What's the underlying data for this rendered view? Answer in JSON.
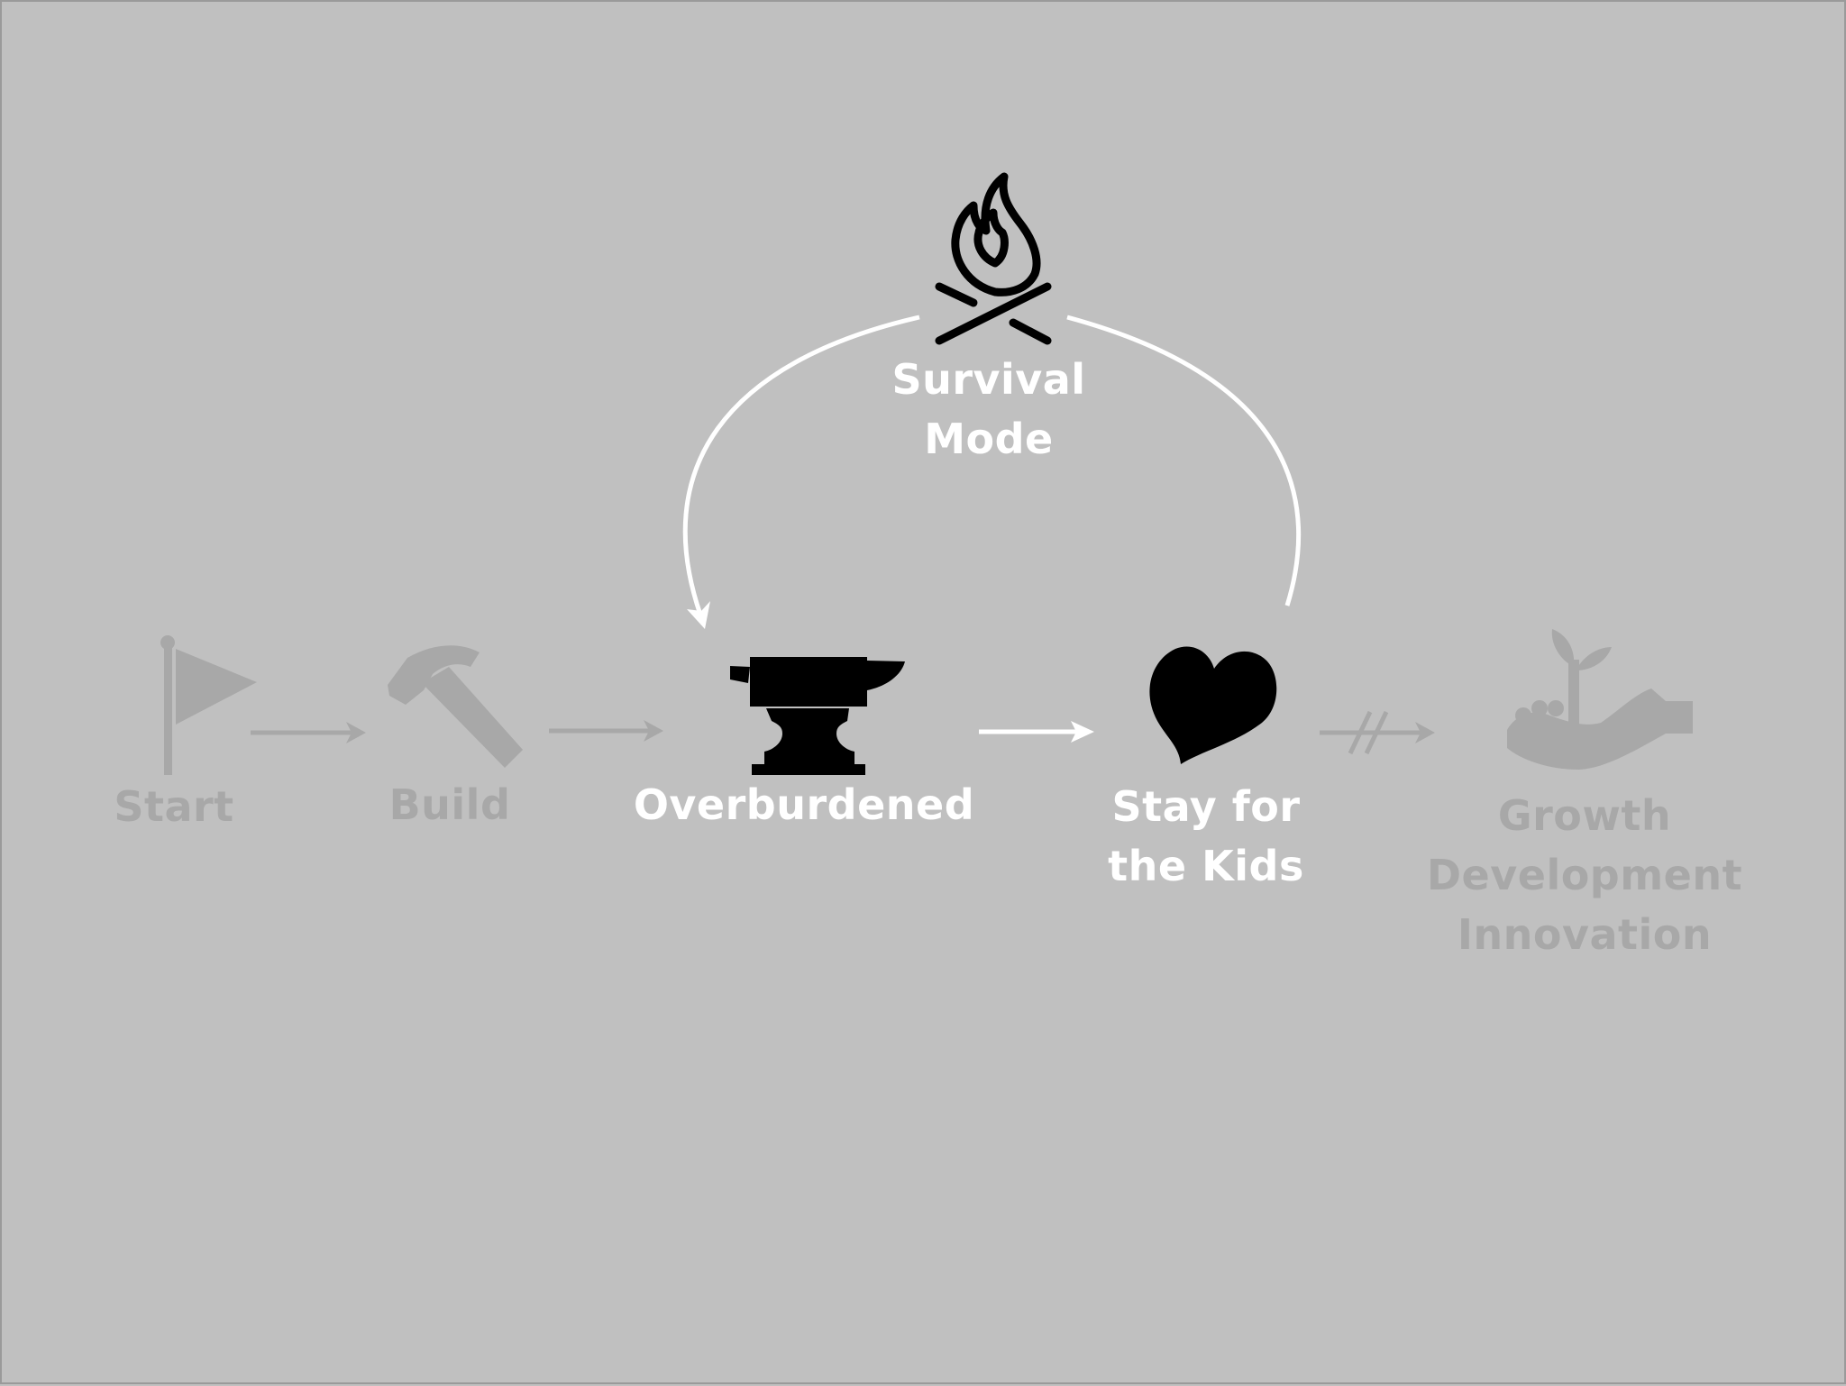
{
  "colors": {
    "background": "#c0c0c0",
    "faded": "#a8a8a8",
    "active_text": "#ffffff",
    "active_icon": "#000000"
  },
  "nodes": {
    "start": {
      "label": "Start",
      "icon": "flag-icon",
      "state": "faded"
    },
    "build": {
      "label": "Build",
      "icon": "hammer-icon",
      "state": "faded"
    },
    "overburdened": {
      "label": "Overburdened",
      "icon": "anvil-icon",
      "state": "active"
    },
    "stay": {
      "lines": [
        "Stay for",
        "the Kids"
      ],
      "icon": "heart-icon",
      "state": "active"
    },
    "growth": {
      "lines": [
        "Growth",
        "Development",
        "Innovation"
      ],
      "icon": "hand-sprout-icon",
      "state": "faded"
    },
    "survival": {
      "lines": [
        "Survival",
        "Mode"
      ],
      "icon": "campfire-icon",
      "state": "active"
    }
  },
  "edges": [
    {
      "from": "start",
      "to": "build",
      "state": "faded"
    },
    {
      "from": "build",
      "to": "overburdened",
      "state": "faded"
    },
    {
      "from": "overburdened",
      "to": "stay",
      "state": "active"
    },
    {
      "from": "stay",
      "to": "growth",
      "state": "faded",
      "blocked": true
    },
    {
      "from": "stay",
      "to": "survival",
      "state": "active",
      "curved": true
    },
    {
      "from": "survival",
      "to": "overburdened",
      "state": "active",
      "curved": true
    }
  ]
}
